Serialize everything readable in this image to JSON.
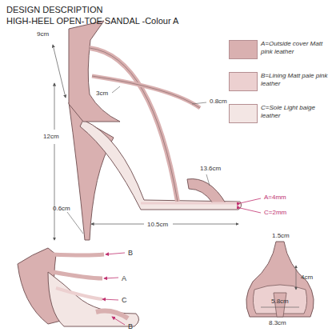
{
  "diagram": {
    "title": "DESIGN DESCRIPTION",
    "labels": [
      "HIGH-HEEL OPEN-TOE SANDAL -Colour A",
      "9cm",
      "0.8cm",
      "3cm",
      "12cm",
      "13.6cm",
      "A=4mm",
      "C=2mm",
      "0.6cm",
      "10.5cm",
      "B",
      "A",
      "C",
      "B",
      "1.5cm",
      "4cm",
      "5.8cm",
      "8.3cm"
    ],
    "legend": [
      {
        "text": "A=Outside cover Matt pink leather",
        "color": "#d9b0b0"
      },
      {
        "text": "B=Lining Matt pale pink leather",
        "color": "#ecd0d0"
      },
      {
        "text": "C=Sole Light baige leather",
        "color": "#f3e6e4"
      }
    ]
  }
}
